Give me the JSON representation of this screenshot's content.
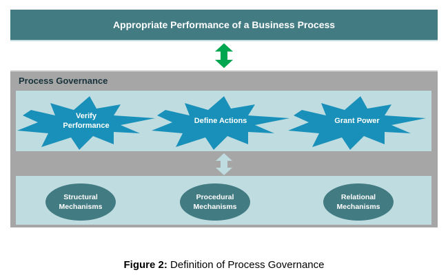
{
  "header": {
    "title": "Appropriate Performance of a Business Process"
  },
  "arrows": {
    "top": {
      "icon": "double-arrow-vertical-icon",
      "color": "#00a650"
    },
    "middle": {
      "icon": "double-arrow-vertical-icon",
      "color": "#bfdce0"
    }
  },
  "governance": {
    "title": "Process Governance",
    "actions": [
      {
        "label": "Verify\nPerformance"
      },
      {
        "label": "Define Actions"
      },
      {
        "label": "Grant Power"
      }
    ],
    "mechanisms": [
      {
        "label": "Structural\nMechanisms"
      },
      {
        "label": "Procedural\nMechanisms"
      },
      {
        "label": "Relational\nMechanisms"
      }
    ]
  },
  "colors": {
    "header_bg": "#437b83",
    "governance_bg": "#a6a6a6",
    "panel_bg": "#bfdce0",
    "burst_fill": "#1990b9",
    "ellipse_fill": "#437b83",
    "arrow_green": "#00a650"
  },
  "caption": {
    "label": "Figure 2:",
    "text": " Definition of Process Governance"
  }
}
